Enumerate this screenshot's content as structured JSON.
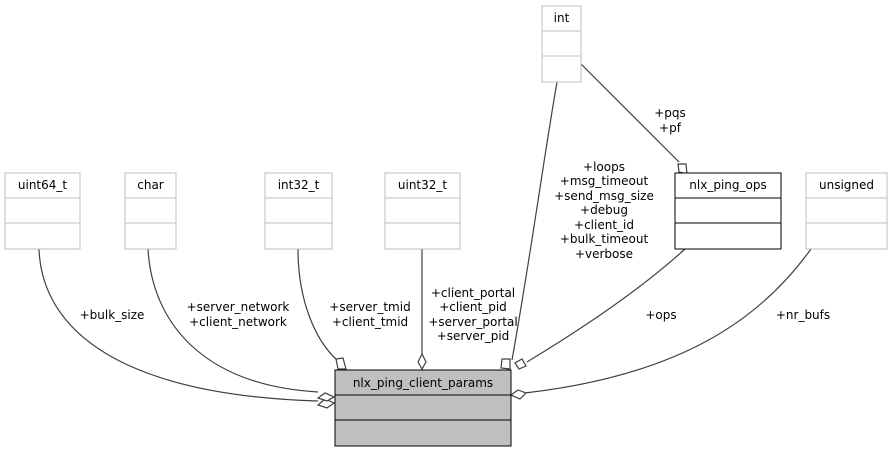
{
  "main_class": {
    "name": "nlx_ping_client_params"
  },
  "types": [
    {
      "id": "uint64_t",
      "name": "uint64_t"
    },
    {
      "id": "char",
      "name": "char"
    },
    {
      "id": "int32_t",
      "name": "int32_t"
    },
    {
      "id": "uint32_t",
      "name": "uint32_t"
    },
    {
      "id": "int",
      "name": "int"
    },
    {
      "id": "nlx_ping_ops",
      "name": "nlx_ping_ops"
    },
    {
      "id": "unsigned",
      "name": "unsigned"
    }
  ],
  "edges": [
    {
      "from": "uint64_t",
      "labels": [
        "+bulk_size"
      ]
    },
    {
      "from": "char",
      "labels": [
        "+server_network",
        "+client_network"
      ]
    },
    {
      "from": "int32_t",
      "labels": [
        "+server_tmid",
        "+client_tmid"
      ]
    },
    {
      "from": "uint32_t",
      "labels": [
        "+client_portal",
        "+client_pid",
        "+server_portal",
        "+server_pid"
      ]
    },
    {
      "from": "int",
      "labels": [
        "+loops",
        "+msg_timeout",
        "+send_msg_size",
        "+debug",
        "+client_id",
        "+bulk_timeout",
        "+verbose"
      ]
    },
    {
      "from": "int",
      "to": "nlx_ping_ops",
      "labels": [
        "+pqs",
        "+pf"
      ]
    },
    {
      "from": "nlx_ping_ops",
      "labels": [
        "+ops"
      ]
    },
    {
      "from": "unsigned",
      "labels": [
        "+nr_bufs"
      ]
    }
  ]
}
